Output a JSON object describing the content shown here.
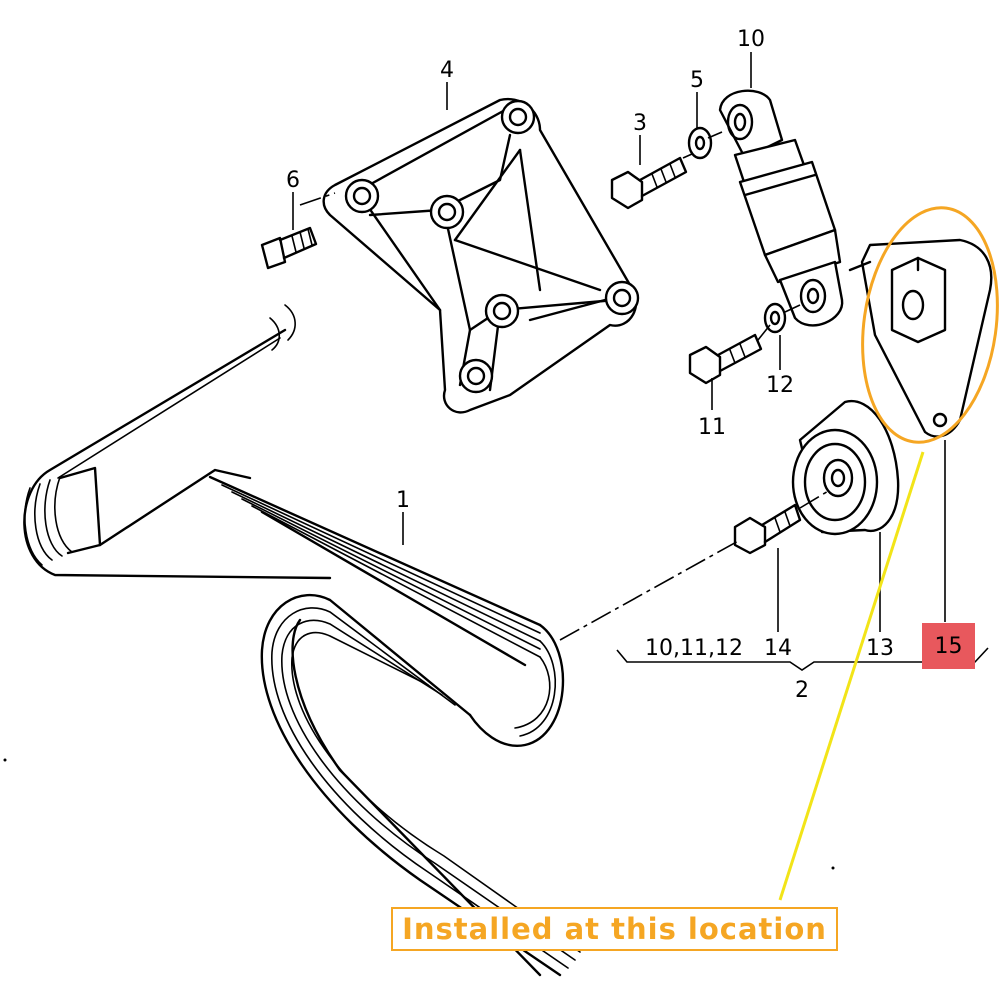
{
  "diagram": {
    "part_labels": {
      "p1": "1",
      "p2": "2",
      "p3": "3",
      "p4": "4",
      "p5": "5",
      "p6": "6",
      "p10": "10",
      "p11": "11",
      "p12": "12",
      "p13": "13",
      "p14": "14",
      "group": "10,11,12"
    },
    "highlighted_part": "15",
    "callout_text": "Installed at this location",
    "colors": {
      "callout": "#f5a623",
      "highlight_fill": "#e8585d",
      "pointer_line": "#f2e418",
      "ink": "#000000"
    }
  }
}
